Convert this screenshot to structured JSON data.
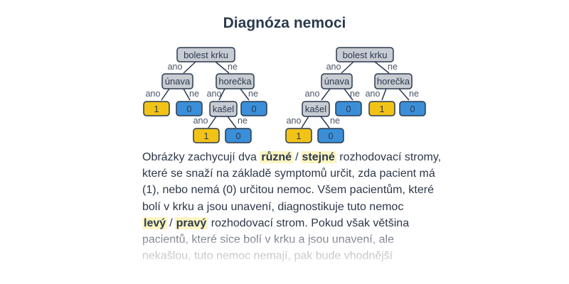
{
  "title": "Diagnóza nemoci",
  "colors": {
    "node_fill": "#c8ccd3",
    "leaf_one": "#f2c317",
    "leaf_zero": "#3a8fd8",
    "stroke": "#2b3a4e",
    "highlight": "#fdf5c0"
  },
  "labels": {
    "yes": "ano",
    "no": "ne",
    "sore_throat": "bolest krku",
    "fatigue": "únava",
    "fever": "horečka",
    "cough": "kašel",
    "one": "1",
    "zero": "0"
  },
  "paragraph": {
    "line1": {
      "before": "Obrázky zachycují dva",
      "opt_a": "různé",
      "sep": "/",
      "opt_b": "stejné",
      "after": "rozhodovací stromy,"
    },
    "line2": "které se snaží na základě symptomů určit, zda pacient má",
    "line3": "(1), nebo nemá (0) určitou nemoc. Všem pacientům, které",
    "line4": "bolí v krku a jsou unavení, diagnostikuje tuto nemoc",
    "line5": {
      "opt_a": "levý",
      "sep": "/",
      "opt_b": "pravý",
      "after": "rozhodovací strom. Pokud však většina"
    },
    "line6": "pacientů, které sice bolí v krku a jsou unavení, ale",
    "line7": "nekašlou, tuto nemoc nemají, pak bude vhodnější"
  }
}
